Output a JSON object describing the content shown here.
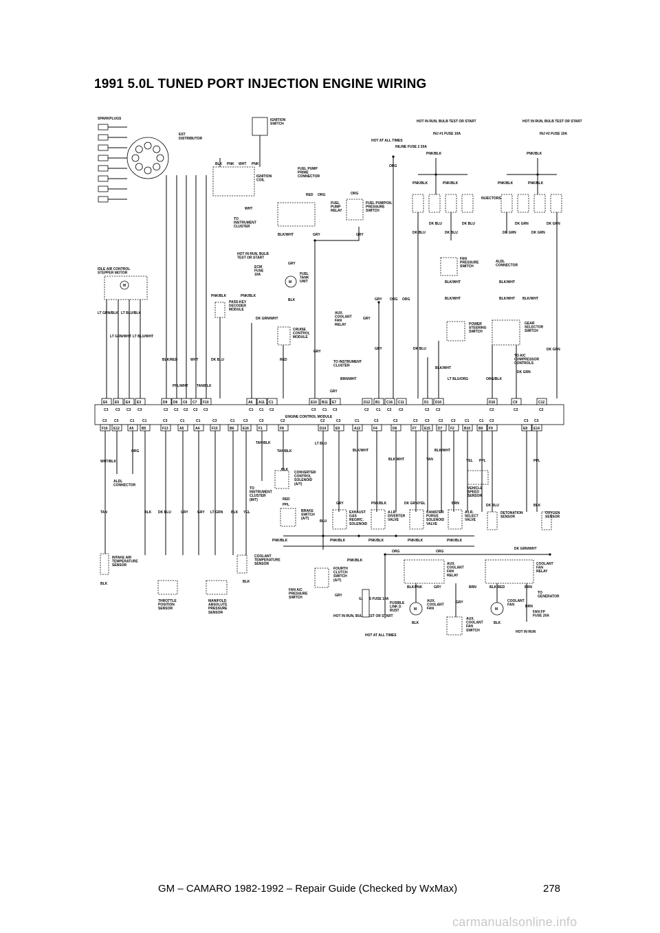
{
  "title": "1991 5.0L TUNED PORT INJECTION ENGINE WIRING",
  "footer": {
    "text": "GM – CAMARO 1982-1992 – Repair Guide (Checked by WxMax)",
    "page": "278"
  },
  "watermark": "carmanualsonline.info",
  "diagram": {
    "labels": [
      "SPARKPLUGS",
      "EST DISTRIBUTOR",
      "IGNITION SWITCH",
      "IGNITION COIL",
      "TO INSTRUMENT CLUSTER",
      "HOT AT ALL TIMES",
      "INLINE FUSE 2 20A",
      "HOT IN RUN, BULB TEST OR START",
      "INJ #1 FUSE 10A",
      "INJ #2 FUSE 10A",
      "FUEL PUMP PRIME CONNECTOR",
      "FUEL PUMP RELAY",
      "FUEL PUMP/OIL PRESSURE SWITCH",
      "INJECTORS",
      "IDLE AIR CONTROL STEPPER MOTOR",
      "ECM FUSE 10A",
      "PASS-KEY DECODER MODULE",
      "FUEL TANK UNIT",
      "FAN PRESSURE SWITCH",
      "ALDL CONNECTOR",
      "AUX. COOLANT FAN RELAY",
      "CRUISE CONTROL MODULE",
      "POWER STEERING SWITCH",
      "GEAR SELECTOR SWITCH",
      "TO A/C COMPRESSOR CONTROLS",
      "ENGINE CONTROL MODULE",
      "CONVERTER CONTROL SOLENOID (A/T)",
      "BRAKE SWITCH (A/T)",
      "EXHAUST GAS REGIRC. SOLENOID",
      "A.I.R. DIVERTER VALVE",
      "CANISTER PURGE SOLENOID VALVE",
      "A.I.R. SELECT VALVE",
      "VEHICLE SPEED SENSOR",
      "DETONATION SENSOR",
      "OXYGEN SENSOR",
      "INTAKE AIR TEMPERATURE SENSOR",
      "COOLANT TEMPERATURE SENSOR",
      "THROTTLE POSITION SENSOR",
      "MANIFOLD ABSOLUTE PRESSURE SENSOR",
      "FOURTH CLUTCH SWITCH (A/T)",
      "FAN A/C PRESSURE SWITCH",
      "GAGES FUSE 10A",
      "FUSIBLE LINK D RUST",
      "AUX. COOLANT FAN",
      "AUX. COOLANT FAN SWITCH",
      "COOLANT FAN RELAY",
      "COOLANT FAN",
      "FAN FP FUSE 20A",
      "TO GENERATOR",
      "HOT IN RUN"
    ],
    "top_connectors": [
      "E6",
      "E5",
      "E4",
      "E3",
      "D9",
      "D6",
      "C6",
      "C7",
      "F10",
      "A6",
      "A11",
      "C1",
      "E10",
      "B11",
      "E7",
      "D12",
      "B1",
      "C16",
      "C11",
      "D1",
      "D10",
      "D16",
      "C9",
      "C12"
    ],
    "top_connector_types": [
      "C3",
      "C3",
      "C3",
      "C3",
      "C2",
      "C2",
      "C2",
      "C2",
      "C3",
      "C1",
      "C1",
      "C2",
      "C3",
      "C1",
      "C3",
      "C2",
      "C1",
      "C2",
      "C2",
      "C2",
      "C2",
      "C2",
      "C2",
      "C2"
    ],
    "bottom_connectors": [
      "F16",
      "E12",
      "A5",
      "B5",
      "F13",
      "A5",
      "A4",
      "F15",
      "B6",
      "E16",
      "F1",
      "F8",
      "D14",
      "E9",
      "A12",
      "F4",
      "D6",
      "F7",
      "E15",
      "D7",
      "F2",
      "B10",
      "B9",
      "F9",
      "E8",
      "E14"
    ],
    "bottom_connector_types": [
      "C3",
      "C3",
      "C1",
      "C1",
      "C3",
      "C1",
      "C1",
      "C3",
      "C1",
      "C3",
      "C3",
      "C2",
      "C2",
      "C3",
      "C1",
      "C3",
      "C2",
      "C3",
      "C3",
      "C2",
      "C3",
      "C1",
      "C1",
      "C3",
      "C3",
      "C3"
    ],
    "wire_colors": [
      "BLK",
      "PNK",
      "WHT",
      "ORG",
      "RED",
      "GRY",
      "PNK/BLK",
      "DK BLU",
      "DK GRN",
      "BLK/WHT",
      "LT GRN/BLK",
      "LT BLU/BLK",
      "LT GRN/WHT",
      "LT BLU/WHT",
      "BLK/RED",
      "PPL/WHT",
      "TAN/BLK",
      "DK GRN/WHT",
      "BRN/WHT",
      "LT BLU/ORG",
      "ORG/BLK",
      "WHT/BLK",
      "TAN",
      "LT BLU",
      "BLK/WHT",
      "YEL",
      "PPL",
      "BRN",
      "DK GRN/YEL",
      "BLK/PNK",
      "BLK/RED"
    ]
  }
}
